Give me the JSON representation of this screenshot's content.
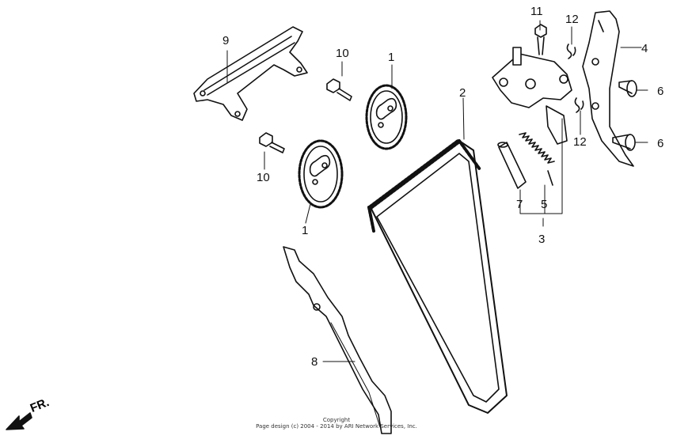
{
  "diagram": {
    "callouts": {
      "p1a": "1",
      "p1b": "1",
      "p2": "2",
      "p3": "3",
      "p4": "4",
      "p5": "5",
      "p6a": "6",
      "p6b": "6",
      "p7": "7",
      "p8": "8",
      "p9": "9",
      "p10a": "10",
      "p10b": "10",
      "p11": "11",
      "p12a": "12",
      "p12b": "12"
    },
    "front_marker": "FR.",
    "copyright_line1": "Copyright",
    "copyright_line2": "Page design (c) 2004 - 2014 by ARI Network Services, Inc."
  }
}
